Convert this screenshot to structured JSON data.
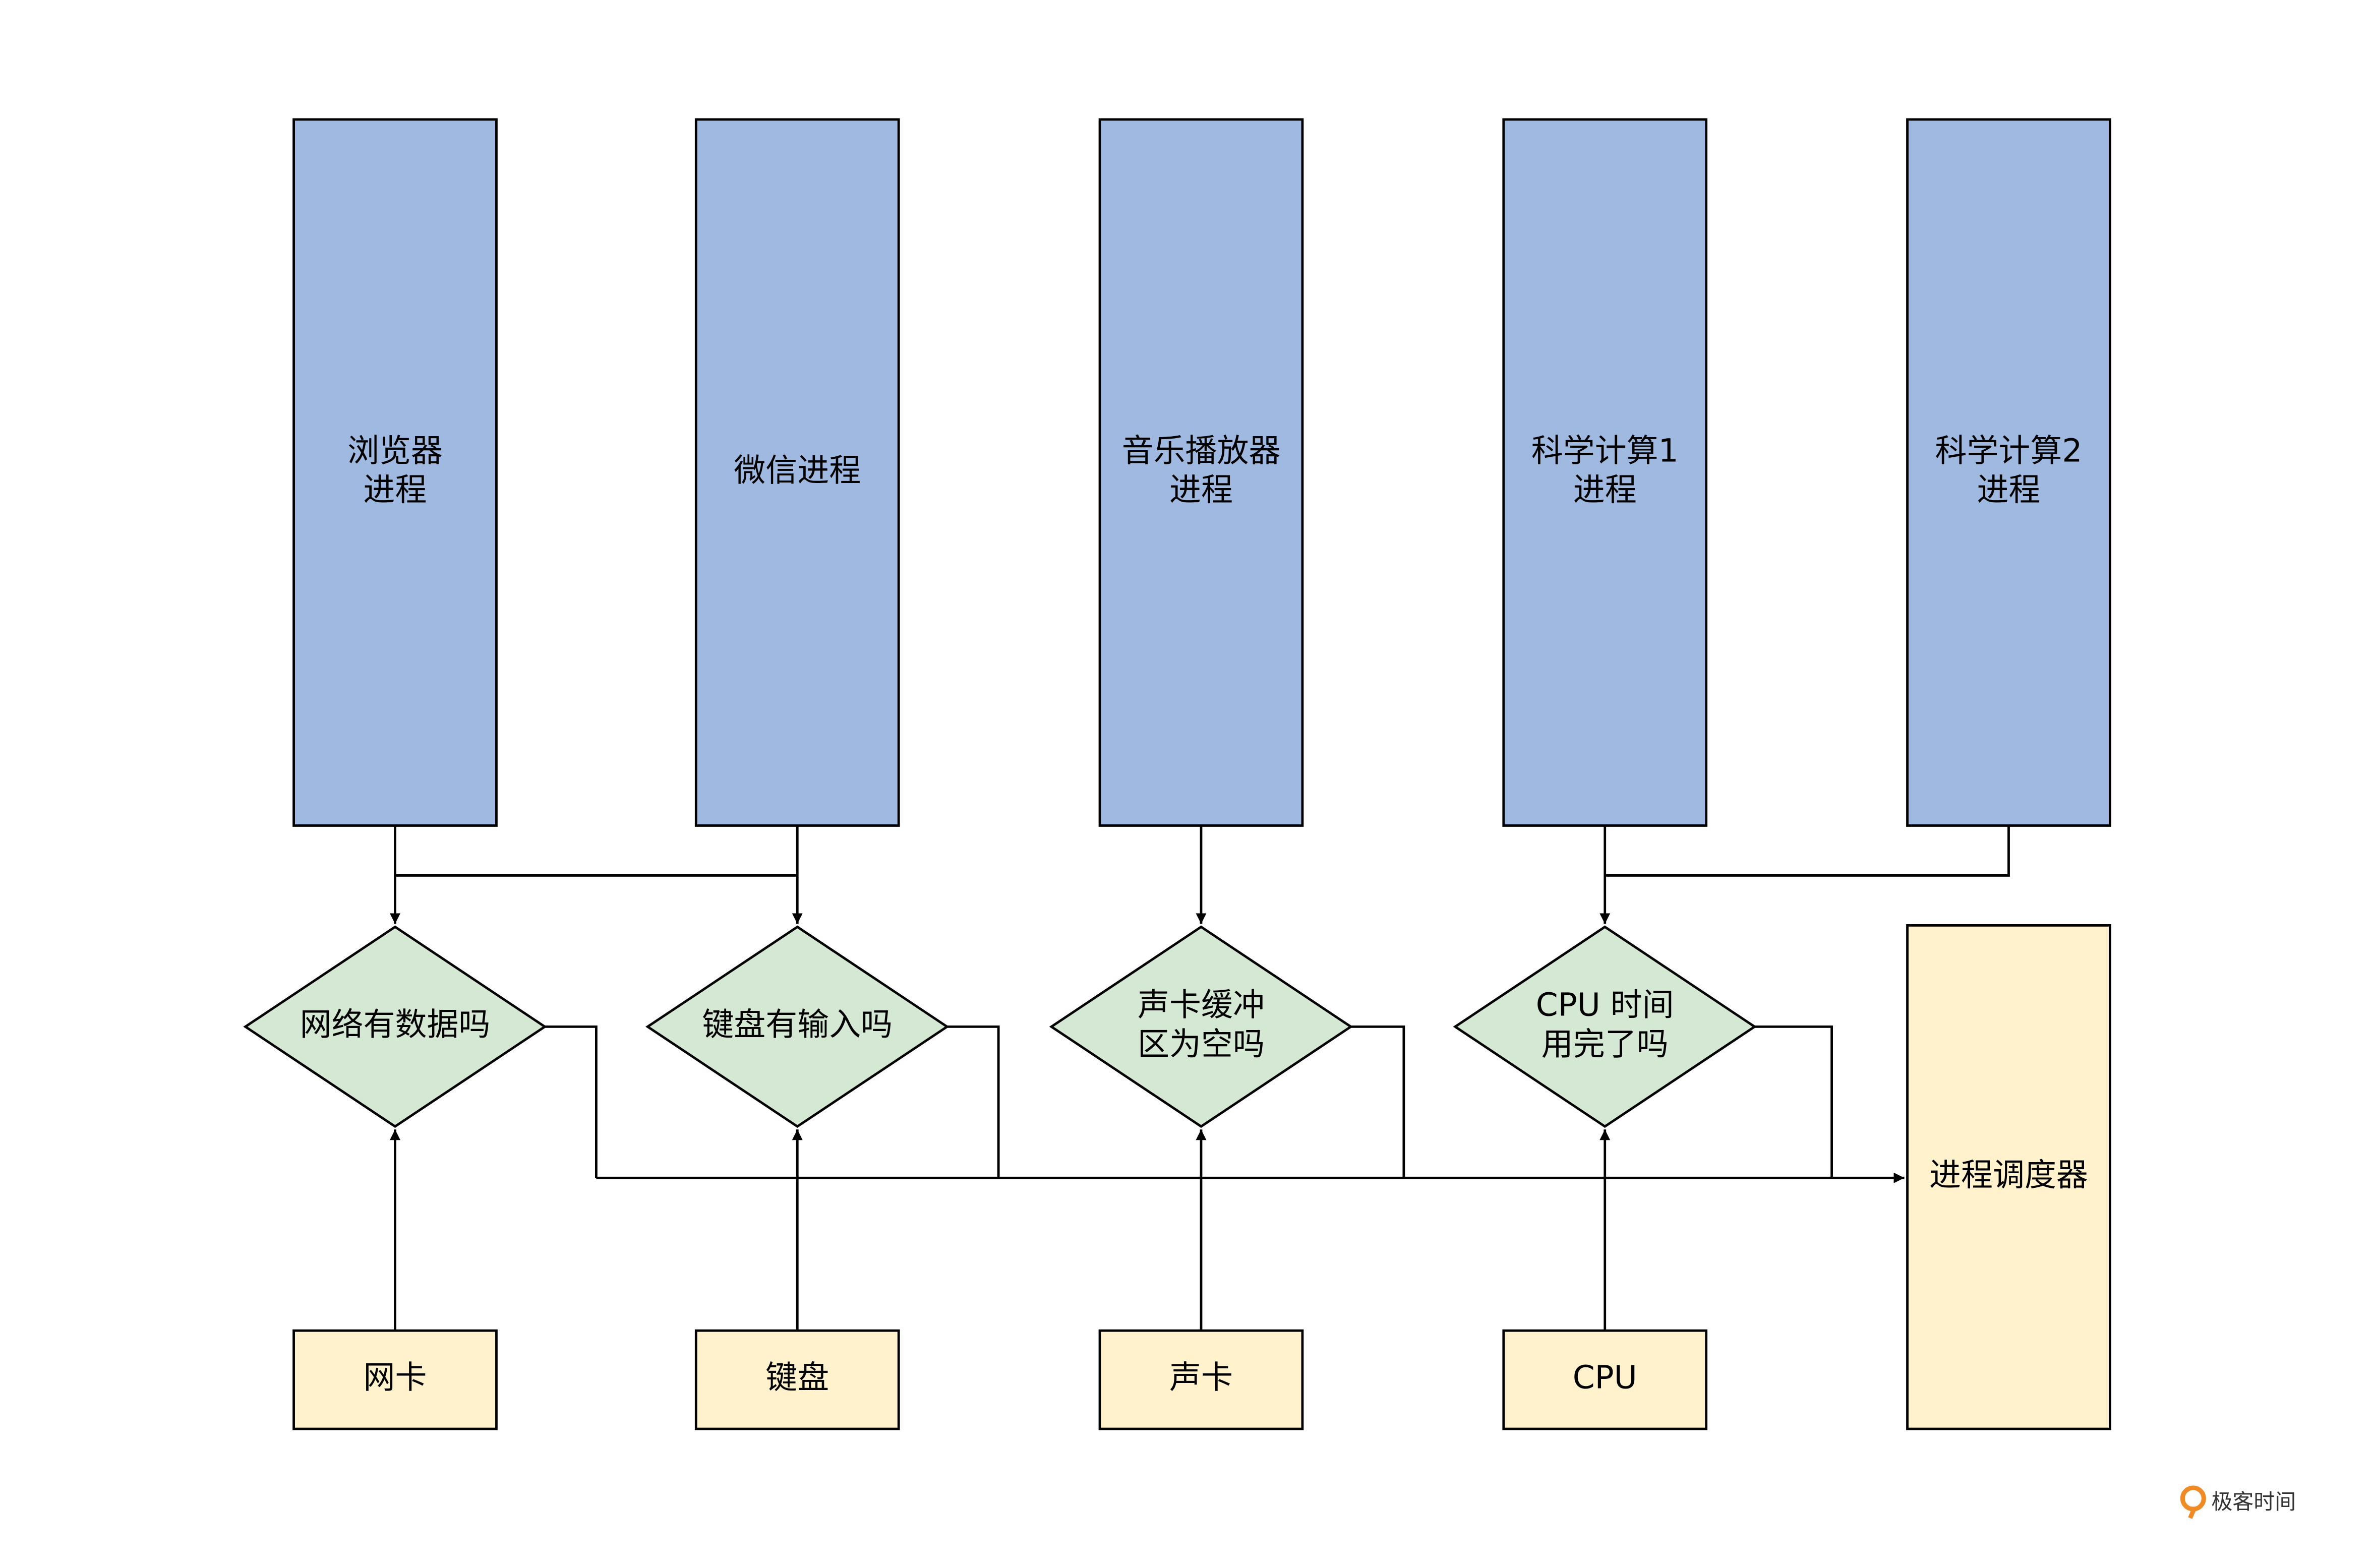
{
  "processes": [
    {
      "name": "process-browser",
      "lines": [
        "浏览器",
        "进程"
      ]
    },
    {
      "name": "process-wechat",
      "lines": [
        "微信进程"
      ]
    },
    {
      "name": "process-music-player",
      "lines": [
        "音乐播放器",
        "进程"
      ]
    },
    {
      "name": "process-science-calc-1",
      "lines": [
        "科学计算1",
        "进程"
      ]
    },
    {
      "name": "process-science-calc-2",
      "lines": [
        "科学计算2",
        "进程"
      ]
    }
  ],
  "decisions": [
    {
      "name": "decision-network-data",
      "lines": [
        "网络有数据吗"
      ]
    },
    {
      "name": "decision-keyboard-input",
      "lines": [
        "键盘有输入吗"
      ]
    },
    {
      "name": "decision-sound-buffer-empty",
      "lines": [
        "声卡缓冲",
        "区为空吗"
      ]
    },
    {
      "name": "decision-cpu-time-used",
      "lines": [
        "CPU 时间",
        "用完了吗"
      ]
    }
  ],
  "devices": [
    {
      "name": "device-network-card",
      "lines": [
        "网卡"
      ]
    },
    {
      "name": "device-keyboard",
      "lines": [
        "键盘"
      ]
    },
    {
      "name": "device-sound-card",
      "lines": [
        "声卡"
      ]
    },
    {
      "name": "device-cpu",
      "lines": [
        "CPU"
      ]
    }
  ],
  "scheduler": {
    "name": "process-scheduler",
    "lines": [
      "进程调度器"
    ]
  },
  "watermark": {
    "text": "极客时间"
  },
  "colors": {
    "process_fill": "#a0b9e0",
    "decision_fill": "#d5e8d4",
    "device_fill": "#fff2cc",
    "stroke": "#000000"
  }
}
